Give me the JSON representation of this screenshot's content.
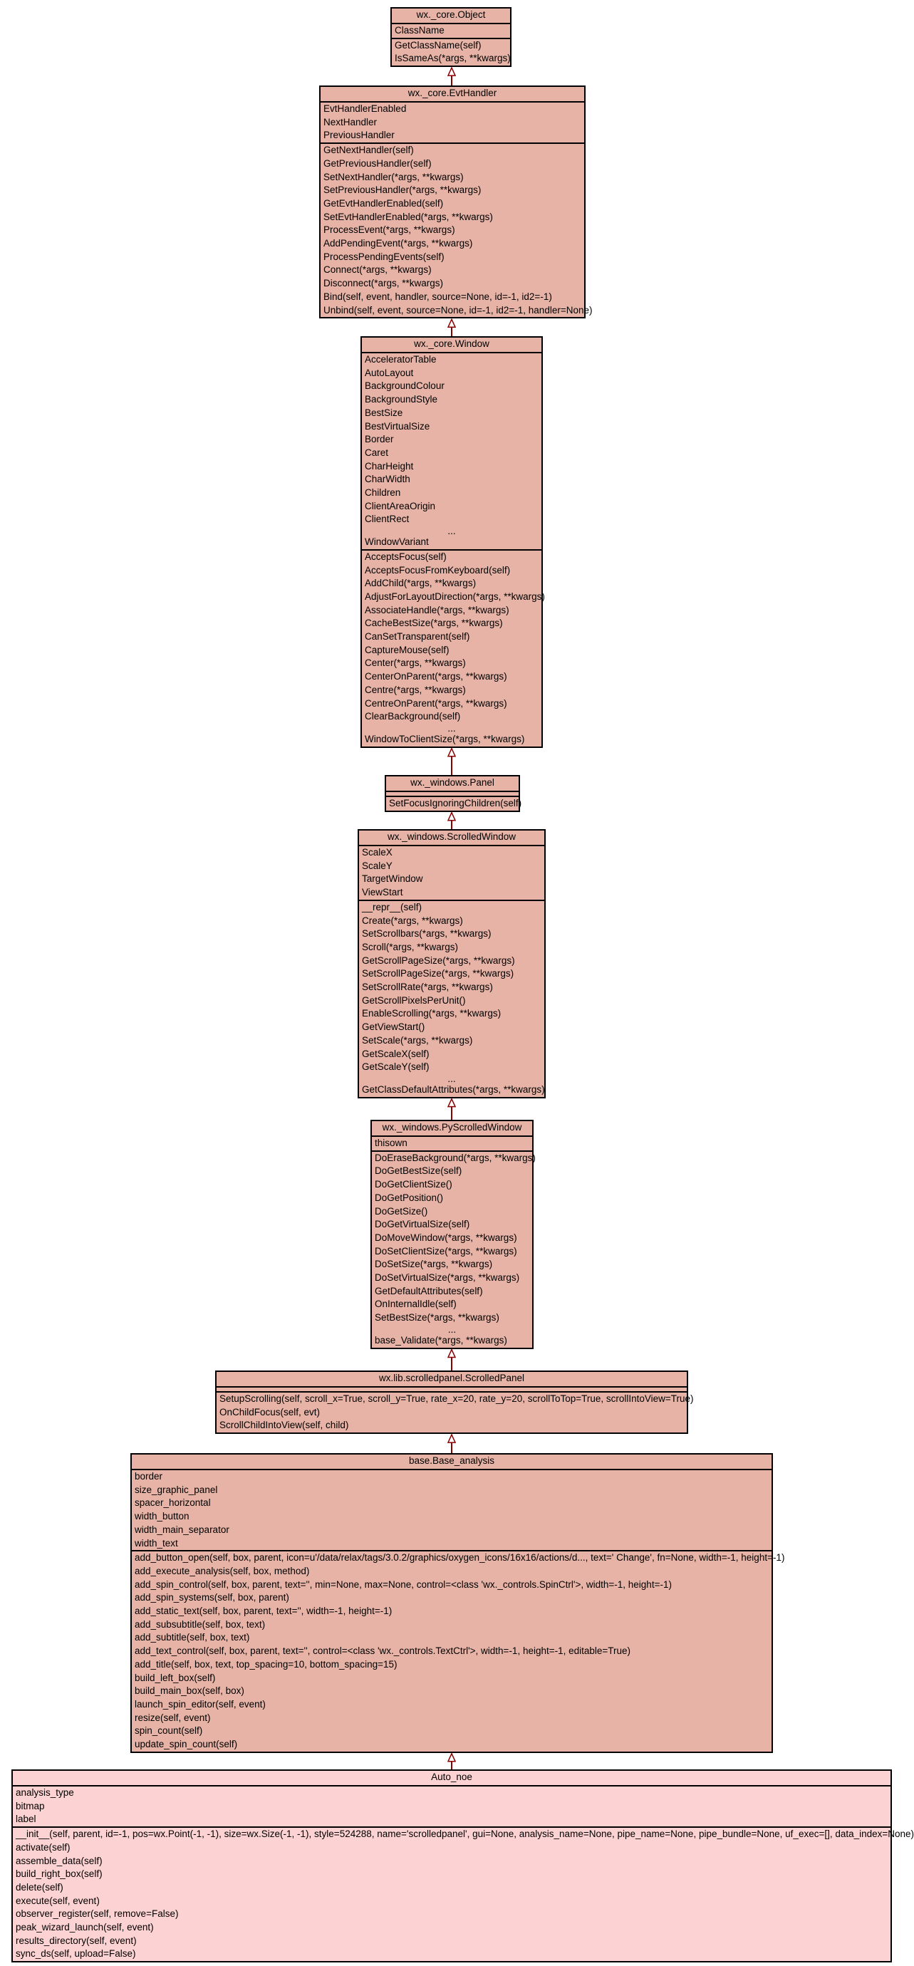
{
  "classes": [
    {
      "id": "object",
      "name": "wx._core.Object",
      "attributes": [
        "ClassName"
      ],
      "methods": [
        "GetClassName(self)",
        "IsSameAs(*args, **kwargs)"
      ]
    },
    {
      "id": "evthandler",
      "name": "wx._core.EvtHandler",
      "attributes": [
        "EvtHandlerEnabled",
        "NextHandler",
        "PreviousHandler"
      ],
      "methods": [
        "GetNextHandler(self)",
        "GetPreviousHandler(self)",
        "SetNextHandler(*args, **kwargs)",
        "SetPreviousHandler(*args, **kwargs)",
        "GetEvtHandlerEnabled(self)",
        "SetEvtHandlerEnabled(*args, **kwargs)",
        "ProcessEvent(*args, **kwargs)",
        "AddPendingEvent(*args, **kwargs)",
        "ProcessPendingEvents(self)",
        "Connect(*args, **kwargs)",
        "Disconnect(*args, **kwargs)",
        "Bind(self, event, handler, source=None, id=-1, id2=-1)",
        "Unbind(self, event, source=None, id=-1, id2=-1, handler=None)"
      ]
    },
    {
      "id": "window",
      "name": "wx._core.Window",
      "attributes": [
        "AcceleratorTable",
        "AutoLayout",
        "BackgroundColour",
        "BackgroundStyle",
        "BestSize",
        "BestVirtualSize",
        "Border",
        "Caret",
        "CharHeight",
        "CharWidth",
        "Children",
        "ClientAreaOrigin",
        "ClientRect",
        "...",
        "WindowVariant"
      ],
      "methods": [
        "AcceptsFocus(self)",
        "AcceptsFocusFromKeyboard(self)",
        "AddChild(*args, **kwargs)",
        "AdjustForLayoutDirection(*args, **kwargs)",
        "AssociateHandle(*args, **kwargs)",
        "CacheBestSize(*args, **kwargs)",
        "CanSetTransparent(self)",
        "CaptureMouse(self)",
        "Center(*args, **kwargs)",
        "CenterOnParent(*args, **kwargs)",
        "Centre(*args, **kwargs)",
        "CentreOnParent(*args, **kwargs)",
        "ClearBackground(self)",
        "...",
        "WindowToClientSize(*args, **kwargs)"
      ]
    },
    {
      "id": "panel",
      "name": "wx._windows.Panel",
      "attributes": [],
      "methods": [
        "SetFocusIgnoringChildren(self)"
      ]
    },
    {
      "id": "scrolledwindow",
      "name": "wx._windows.ScrolledWindow",
      "attributes": [
        "ScaleX",
        "ScaleY",
        "TargetWindow",
        "ViewStart"
      ],
      "methods": [
        "__repr__(self)",
        "Create(*args, **kwargs)",
        "SetScrollbars(*args, **kwargs)",
        "Scroll(*args, **kwargs)",
        "GetScrollPageSize(*args, **kwargs)",
        "SetScrollPageSize(*args, **kwargs)",
        "SetScrollRate(*args, **kwargs)",
        "GetScrollPixelsPerUnit()",
        "EnableScrolling(*args, **kwargs)",
        "GetViewStart()",
        "SetScale(*args, **kwargs)",
        "GetScaleX(self)",
        "GetScaleY(self)",
        "...",
        "GetClassDefaultAttributes(*args, **kwargs)"
      ]
    },
    {
      "id": "pyscrolledwindow",
      "name": "wx._windows.PyScrolledWindow",
      "attributes": [
        "thisown"
      ],
      "methods": [
        "DoEraseBackground(*args, **kwargs)",
        "DoGetBestSize(self)",
        "DoGetClientSize()",
        "DoGetPosition()",
        "DoGetSize()",
        "DoGetVirtualSize(self)",
        "DoMoveWindow(*args, **kwargs)",
        "DoSetClientSize(*args, **kwargs)",
        "DoSetSize(*args, **kwargs)",
        "DoSetVirtualSize(*args, **kwargs)",
        "GetDefaultAttributes(self)",
        "OnInternalIdle(self)",
        "SetBestSize(*args, **kwargs)",
        "...",
        "base_Validate(*args, **kwargs)"
      ]
    },
    {
      "id": "scrolledpanel",
      "name": "wx.lib.scrolledpanel.ScrolledPanel",
      "attributes": [],
      "methods": [
        "SetupScrolling(self, scroll_x=True, scroll_y=True, rate_x=20, rate_y=20, scrollToTop=True, scrollIntoView=True)",
        "OnChildFocus(self, evt)",
        "ScrollChildIntoView(self, child)"
      ]
    },
    {
      "id": "base_analysis",
      "name": "base.Base_analysis",
      "attributes": [
        "border",
        "size_graphic_panel",
        "spacer_horizontal",
        "width_button",
        "width_main_separator",
        "width_text"
      ],
      "methods": [
        "add_button_open(self, box, parent, icon=u'/data/relax/tags/3.0.2/graphics/oxygen_icons/16x16/actions/d..., text=' Change', fn=None, width=-1, height=-1)",
        "add_execute_analysis(self, box, method)",
        "add_spin_control(self, box, parent, text='', min=None, max=None, control=<class 'wx._controls.SpinCtrl'>, width=-1, height=-1)",
        "add_spin_systems(self, box, parent)",
        "add_static_text(self, box, parent, text='', width=-1, height=-1)",
        "add_subsubtitle(self, box, text)",
        "add_subtitle(self, box, text)",
        "add_text_control(self, box, parent, text='', control=<class 'wx._controls.TextCtrl'>, width=-1, height=-1, editable=True)",
        "add_title(self, box, text, top_spacing=10, bottom_spacing=15)",
        "build_left_box(self)",
        "build_main_box(self, box)",
        "launch_spin_editor(self, event)",
        "resize(self, event)",
        "spin_count(self)",
        "update_spin_count(self)"
      ]
    },
    {
      "id": "auto_noe",
      "name": "Auto_noe",
      "attributes": [
        "analysis_type",
        "bitmap",
        "label"
      ],
      "methods": [
        "__init__(self, parent, id=-1, pos=wx.Point(-1, -1), size=wx.Size(-1, -1), style=524288, name='scrolledpanel', gui=None, analysis_name=None, pipe_name=None, pipe_bundle=None, uf_exec=[], data_index=None)",
        "activate(self)",
        "assemble_data(self)",
        "build_right_box(self)",
        "delete(self)",
        "execute(self, event)",
        "observer_register(self, remove=False)",
        "peak_wizard_launch(self, event)",
        "results_directory(self, event)",
        "sync_ds(self, upload=False)"
      ]
    }
  ],
  "colors": {
    "class_fill": "#e6b3a6",
    "focus_fill": "#fdd2d2",
    "edge": "#8b0000",
    "border": "#000000"
  }
}
